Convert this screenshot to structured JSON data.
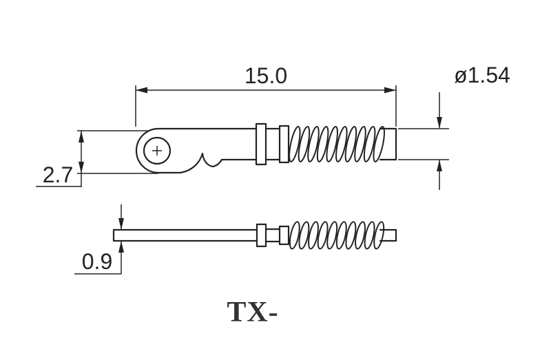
{
  "drawing": {
    "title": "TX-",
    "dimensions": {
      "length": "15.0",
      "diameter": "ø1.54",
      "head_height": "2.7",
      "rod_diameter": "0.9"
    },
    "colors": {
      "line": "#222222",
      "background": "#ffffff"
    }
  }
}
